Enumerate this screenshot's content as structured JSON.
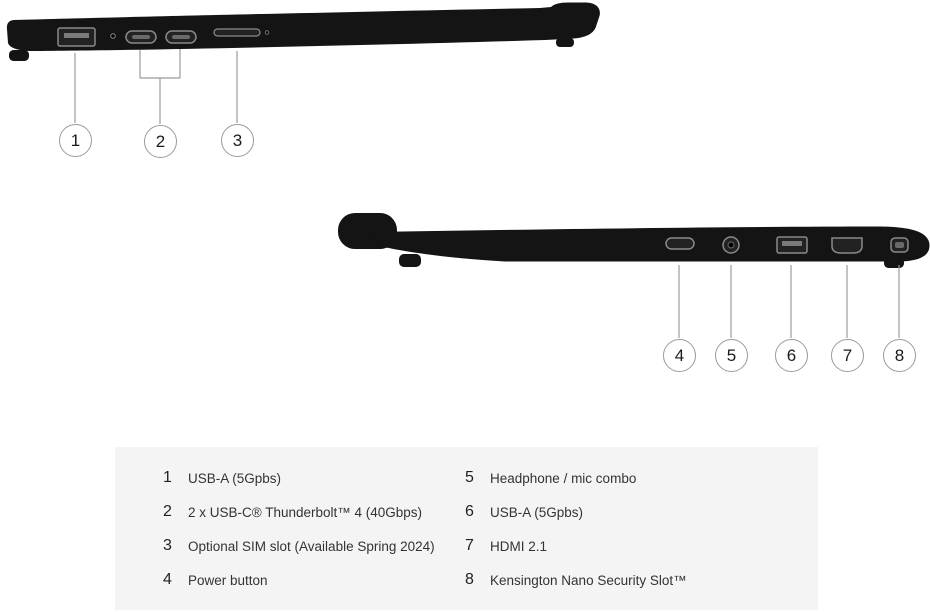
{
  "figure": {
    "description": "Laptop side views with numbered port callouts",
    "callouts": [
      {
        "num": "1"
      },
      {
        "num": "2"
      },
      {
        "num": "3"
      },
      {
        "num": "4"
      },
      {
        "num": "5"
      },
      {
        "num": "6"
      },
      {
        "num": "7"
      },
      {
        "num": "8"
      }
    ]
  },
  "legend": {
    "left": [
      {
        "num": "1",
        "label": "USB-A (5Gpbs)"
      },
      {
        "num": "2",
        "label": "2 x USB-C® Thunderbolt™ 4 (40Gbps)"
      },
      {
        "num": "3",
        "label": "Optional SIM slot (Available Spring 2024)"
      },
      {
        "num": "4",
        "label": "Power button"
      }
    ],
    "right": [
      {
        "num": "5",
        "label": "Headphone / mic combo"
      },
      {
        "num": "6",
        "label": "USB-A (5Gpbs)"
      },
      {
        "num": "7",
        "label": "HDMI 2.1"
      },
      {
        "num": "8",
        "label": "Kensington Nano Security Slot™"
      }
    ]
  },
  "colors": {
    "laptop_body": "#141414",
    "panel_background": "#f4f4f4",
    "callout_border": "#9b9b9b",
    "leader_line": "#9b9b9b"
  }
}
